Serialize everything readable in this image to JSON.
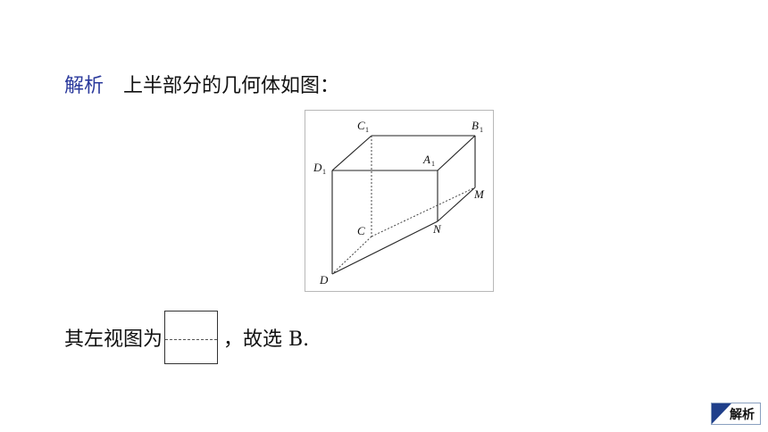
{
  "line1": {
    "label": "解析",
    "text": "上半部分的几何体如图："
  },
  "figure": {
    "points": {
      "C1": "C",
      "B1": "B",
      "D1": "D",
      "A1": "A",
      "M": "M",
      "N": "N",
      "C": "C",
      "D": "D",
      "sub": "1"
    }
  },
  "line2": {
    "before": "其左视图为",
    "after": "，故选 B."
  },
  "corner_button": {
    "label": "解析"
  }
}
